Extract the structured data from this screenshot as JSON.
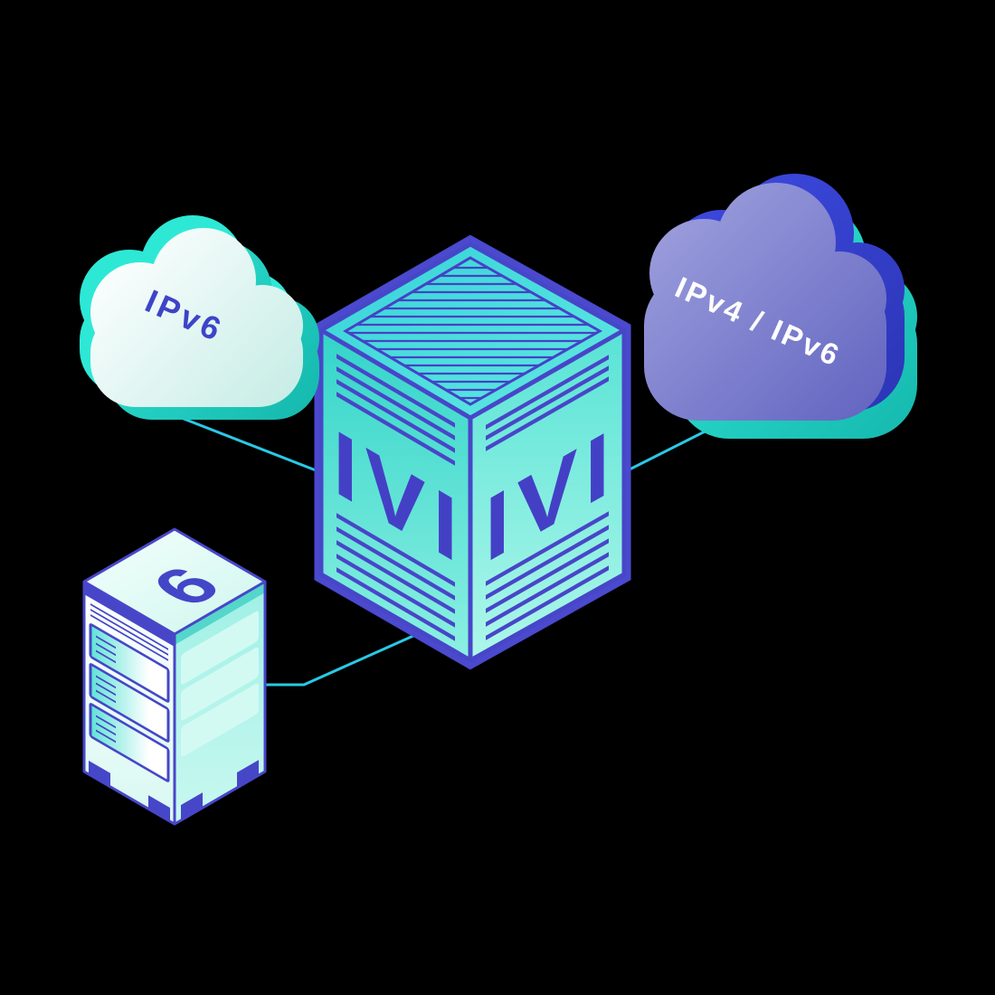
{
  "background": "#000000",
  "colors": {
    "teal": "#2EDCCB",
    "cyan_link": "#2AC8E6",
    "indigo": "#4846C8",
    "purple_cloud": "#7B7DCE",
    "blue_accent": "#3D4AE0",
    "mint_light": "#D8F8F2"
  },
  "nodes": {
    "ipv6_cloud": {
      "label": "IPv6",
      "label_color": "#3D44C8"
    },
    "ipv4_ipv6_cloud": {
      "label": "IPv4 / IPv6",
      "label_color": "#FFFFFF"
    },
    "ivi_gateway": {
      "left_face_label": "IVI",
      "right_face_label": "IVI",
      "label_color": "#4440C6"
    },
    "server": {
      "label": "6"
    }
  },
  "connections": [
    {
      "from": "ipv6_cloud",
      "to": "ivi_gateway"
    },
    {
      "from": "ipv4_ipv6_cloud",
      "to": "ivi_gateway"
    },
    {
      "from": "server",
      "to": "ivi_gateway"
    }
  ]
}
